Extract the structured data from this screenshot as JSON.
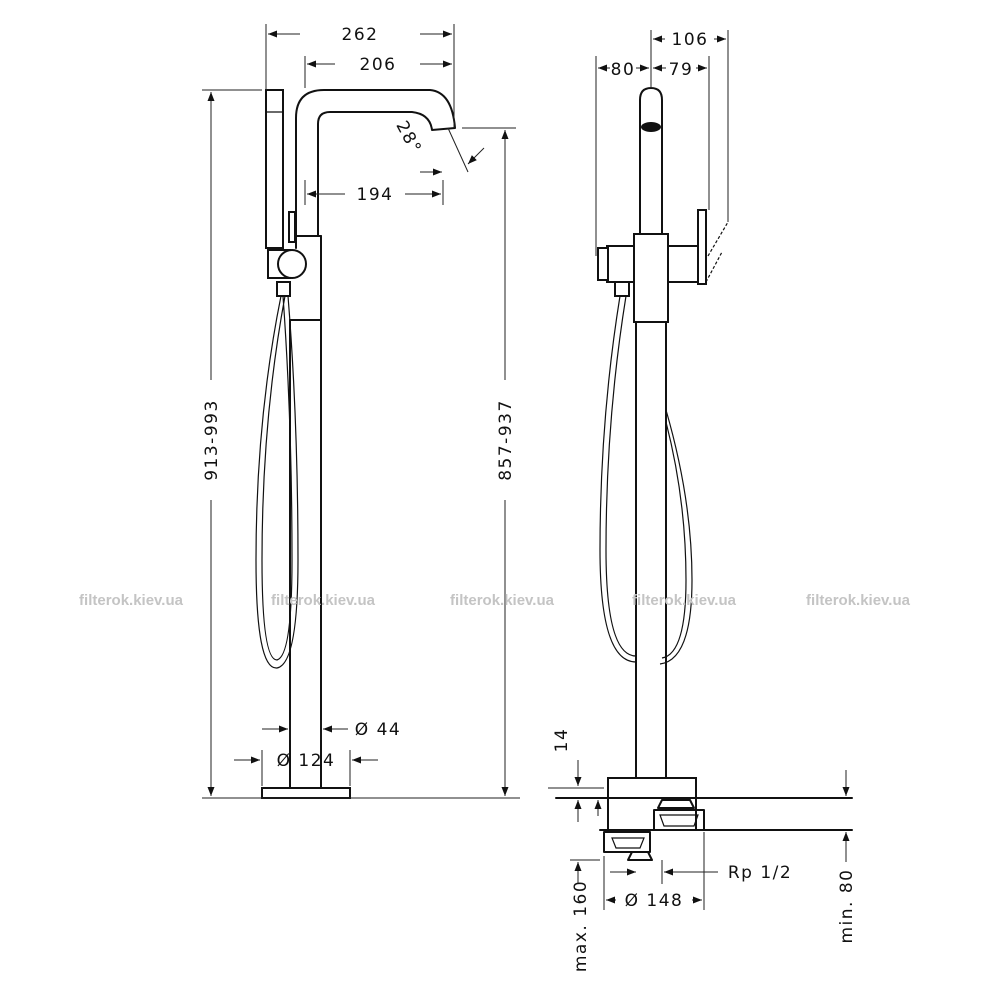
{
  "front_view": {
    "dims": {
      "overall_width": "262",
      "spout_reach": "206",
      "spout_angle": "28°",
      "spout_offset": "194",
      "total_height": "913-993",
      "spout_height": "857-937",
      "column_diameter": "Ø 44",
      "base_diameter": "Ø 124"
    }
  },
  "side_view": {
    "dims": {
      "total_depth": "106",
      "rear_depth": "80",
      "front_depth": "79",
      "plate_height": "14",
      "max_depth": "max. 160",
      "min_depth": "min. 80",
      "thread": "Rp 1/2",
      "box_diameter": "Ø 148"
    }
  },
  "watermarks": [
    "filterok.kiev.ua",
    "filterok.kiev.ua",
    "filterok.kiev.ua",
    "filterok.kiev.ua",
    "filterok.kiev.ua"
  ]
}
